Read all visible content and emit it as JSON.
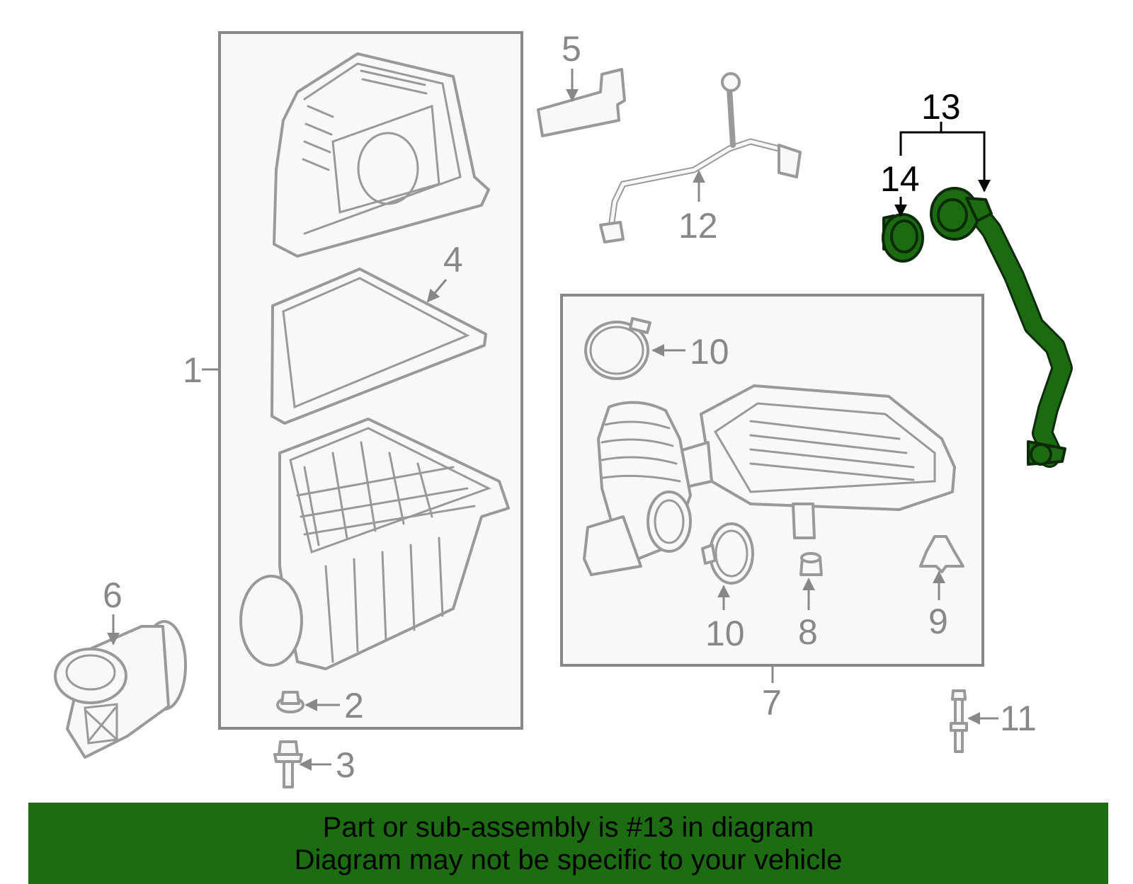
{
  "callouts": {
    "c1": "1",
    "c2": "2",
    "c3": "3",
    "c4": "4",
    "c5": "5",
    "c6": "6",
    "c7": "7",
    "c8": "8",
    "c9": "9",
    "c10a": "10",
    "c10b": "10",
    "c11": "11",
    "c12": "12",
    "c13": "13",
    "c14": "14"
  },
  "highlighted_part": "13",
  "colors": {
    "highlight_fill": "#1c6b12",
    "banner_background": "#1d6b12",
    "outline": "#999999"
  },
  "banner": {
    "line1": "Part or sub-assembly is #13 in diagram",
    "line2": "Diagram may not be specific to your vehicle"
  }
}
